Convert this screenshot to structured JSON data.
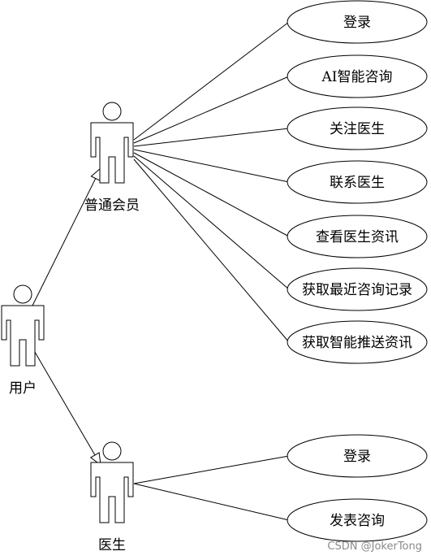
{
  "actors": {
    "user": "用户",
    "member": "普通会员",
    "doctor": "医生"
  },
  "member_usecases": [
    "登录",
    "AI智能咨询",
    "关注医生",
    "联系医生",
    "查看医生资讯",
    "获取最近咨询记录",
    "获取智能推送资讯"
  ],
  "doctor_usecases": [
    "登录",
    "发表咨询"
  ],
  "watermark": "CSDN @JokerTong"
}
